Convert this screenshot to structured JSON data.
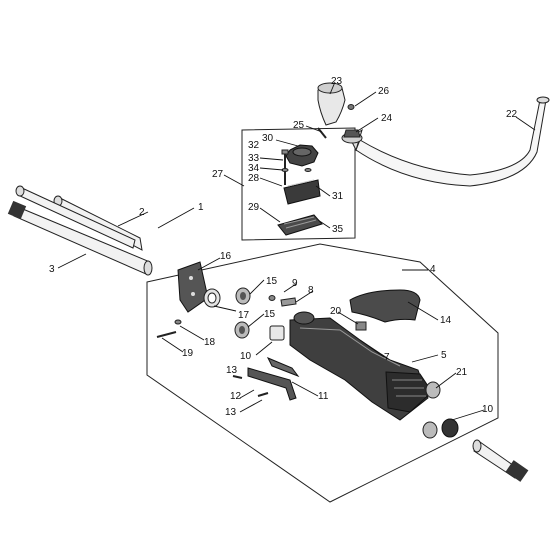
{
  "diagram": {
    "callouts": [
      "1",
      "2",
      "3",
      "4",
      "5",
      "7",
      "8",
      "9",
      "10",
      "10",
      "11",
      "12",
      "13",
      "13",
      "14",
      "15",
      "15",
      "16",
      "17",
      "18",
      "19",
      "20",
      "21",
      "22",
      "23",
      "24",
      "25",
      "26",
      "27",
      "28",
      "29",
      "30",
      "31",
      "32",
      "33",
      "34",
      "35"
    ]
  }
}
